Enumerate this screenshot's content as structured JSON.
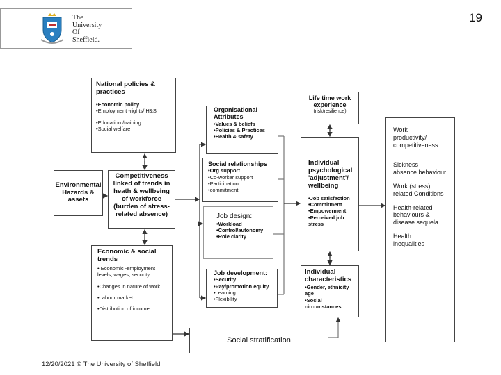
{
  "header": {
    "logo_text": [
      "The",
      "University",
      "Of",
      "Sheffield."
    ],
    "page_number": "19"
  },
  "footer": {
    "text": "12/20/2021 © The University of Sheffield"
  },
  "boxes": {
    "national": {
      "title": "National  policies & practices",
      "items": [
        "•Economic policy",
        "•Employment -rights/ H&S",
        "•Education /training",
        "•Social welfare"
      ]
    },
    "environmental": {
      "title": "Environmental Hazards & assets"
    },
    "competitiveness": {
      "title": "Competitiveness linked of trends in heath & wellbeing of workforce (burden of stress-related absence)"
    },
    "economic": {
      "title": "Economic & social trends",
      "items": [
        "• Economic -employment levels, wages, security",
        "•Changes in nature of work",
        "•Labour market",
        "•Distribution of income"
      ]
    },
    "organisational": {
      "title": "Organisational Attributes",
      "items": [
        "•Values & beliefs",
        "•Policies & Practices",
        "•Health & safety"
      ]
    },
    "social_relationships": {
      "title": "Social relationships",
      "items": [
        "•Org support",
        "•Co-worker support",
        "•Participation",
        "•commitment"
      ]
    },
    "job_design": {
      "title": "Job design:",
      "items": [
        "•Workload",
        "•Control/autonomy",
        "•Role clarity"
      ]
    },
    "job_development": {
      "title": "Job development:",
      "items": [
        "•Security",
        "•Pay/promotion equity",
        "•Learning",
        "•Flexibility"
      ]
    },
    "social_stratification": {
      "title": "Social stratification"
    },
    "lifetime": {
      "title": "Life time work experience",
      "subtitle": "(risk/resilience)"
    },
    "psychological": {
      "title": "Individual psychological 'adjustment'/ wellbeing",
      "items": [
        "•Job satisfaction",
        "•Commitment",
        "•Empowerment",
        "•Perceived job stress"
      ]
    },
    "individual_characteristics": {
      "title": "Individual characteristics",
      "items": [
        "•Gender, ethnicity age",
        "•Social circumstances"
      ]
    },
    "outcomes": {
      "items": [
        [
          "Work",
          "productivity/ competitiveness"
        ],
        [
          "Sickness",
          "absence behaviour"
        ],
        [
          "Work (stress)",
          "related Conditions"
        ],
        [
          "Health-related",
          "behaviours & disease sequela"
        ],
        [
          "Health",
          "inequalities"
        ]
      ]
    }
  },
  "colors": {
    "line": "#444444",
    "shield_blue": "#2a7fc0",
    "crown_gold": "#e0b020"
  }
}
